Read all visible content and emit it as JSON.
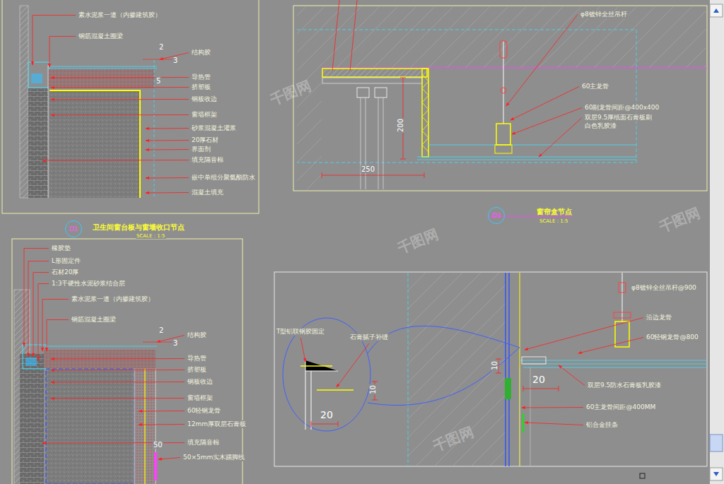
{
  "diagram": {
    "nodes": [
      {
        "text": [
          "D1"
        ]
      },
      {
        "text": [
          "D3"
        ]
      }
    ],
    "labels": [
      "素水泥浆一道（内掺建筑胶）",
      "钢筋混凝土圈梁",
      "2",
      "结构胶",
      "3",
      "5",
      "导热管",
      "挤塑板",
      "钢板收边",
      "窗墙框架",
      "砂浆混凝土灌浆",
      "20厚石材",
      "界面剂",
      "填充隔音棉",
      "嵌中单组分聚氨酯防水",
      "混凝土填充",
      "卫生间窗台板与窗墙收口节点",
      "SCALE : 1:5",
      "φ8镀锌全丝吊杆",
      "60主龙骨",
      "60副龙骨间距@400x400",
      "双层9.5厚纸面石膏板刷",
      "白色乳胶漆",
      "200",
      "250",
      "窗帘盒节点",
      "SCALE : 1:5",
      "橡胶垫",
      "L形固定件",
      "石材20厚",
      "1:3干硬性水泥砂浆结合层",
      "素水泥浆一道（内掺建筑胶）",
      "钢筋混凝土圈梁",
      "2",
      "结构胶",
      "3",
      "导热管",
      "挤塑板",
      "钢板收边",
      "窗墙框架",
      "60轻钢龙骨",
      "12mm厚双层石膏板",
      "填充隔音棉",
      "50",
      "50×5mm实木踢脚线",
      "φ8镀锌全丝吊杆@900",
      "沿边龙骨",
      "60轻钢龙骨@800",
      "T型铝联钢胶固定",
      "石膏腻子补缝",
      "10",
      "20",
      "10",
      "20",
      "双层9.5防水石膏板乳胶漆",
      "60主龙骨间距@400MM",
      "铝合金挂条",
      "千图网",
      "千图网",
      "千图网",
      "千图网"
    ]
  }
}
